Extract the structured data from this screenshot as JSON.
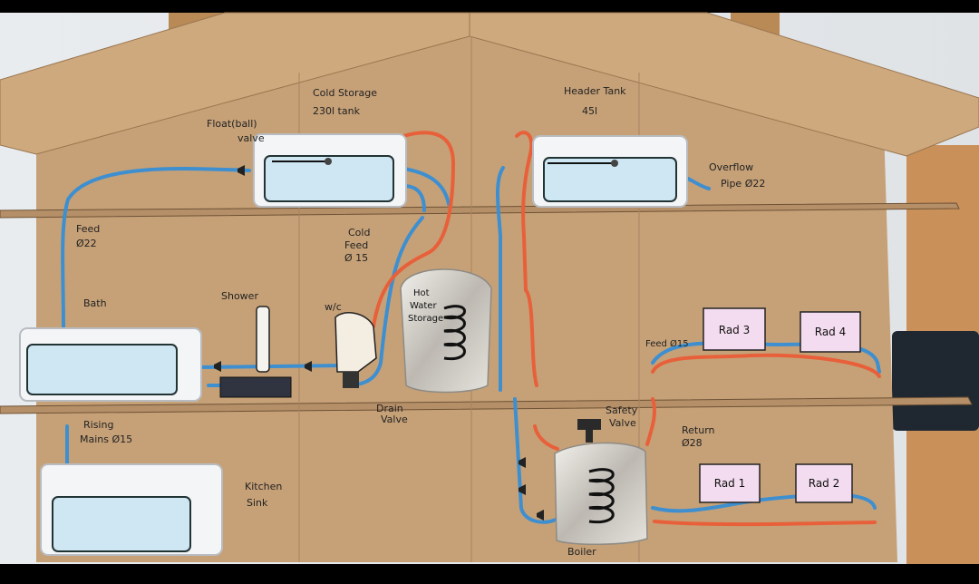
{
  "labels": {
    "cold_storage_1": "Cold Storage",
    "cold_storage_2": "230l tank",
    "header_tank_1": "Header Tank",
    "header_tank_2": "45l",
    "float_valve_1": "Float(ball)",
    "float_valve_2": "valve",
    "overflow_1": "Overflow",
    "overflow_2": "Pipe Ø22",
    "feed_1": "Feed",
    "feed_2": "Ø22",
    "cold_feed_1": "Cold",
    "cold_feed_2": "Feed",
    "cold_feed_3": "Ø 15",
    "bath": "Bath",
    "shower": "Shower",
    "wc": "w/c",
    "hot_water_1": "Hot",
    "hot_water_2": "Water",
    "hot_water_3": "Storage",
    "feed_small": "Feed Ø15",
    "rad3": "Rad 3",
    "rad4": "Rad 4",
    "rad1": "Rad 1",
    "rad2": "Rad 2",
    "rising_1": "Rising",
    "rising_2": "Mains Ø15",
    "drain_1": "Drain",
    "drain_2": "Valve",
    "safety_1": "Safety",
    "safety_2": "Valve",
    "return_1": "Return",
    "return_2": "Ø28",
    "kitchen_1": "Kitchen",
    "kitchen_2": "Sink",
    "boiler": "Boiler"
  },
  "colors": {
    "cardboard": "#c7a27a",
    "cold_pipe": "#3e8fd0",
    "hot_pipe": "#e8603a",
    "radiator_fill": "#f3dcef",
    "water": "#cfe6f3",
    "foil": "#d8d5cf"
  }
}
